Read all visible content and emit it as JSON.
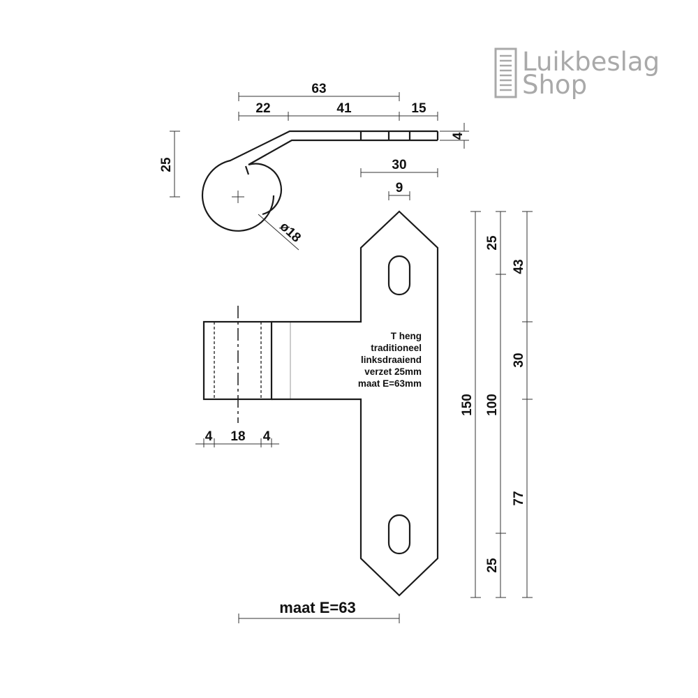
{
  "logo": {
    "line1": "Luikbeslag",
    "line2": "Shop",
    "color": "#a9a9a9"
  },
  "side_view": {
    "dim_total": "63",
    "dim_a": "22",
    "dim_b": "41",
    "dim_c": "15",
    "dim_thickness": "4",
    "dim_offset": "25",
    "dim_30": "30",
    "dim_9": "9",
    "dim_diameter": "ø18"
  },
  "front_view": {
    "dim_left": "4",
    "dim_mid": "18",
    "dim_right": "4",
    "note_lines": [
      "T heng",
      "traditioneel",
      "linksdraaiend",
      "verzet 25mm",
      "maat E=63mm"
    ],
    "dim_150": "150",
    "dim_100": "100",
    "dim_25_top": "25",
    "dim_25_bottom": "25",
    "dim_43": "43",
    "dim_30": "30",
    "dim_77": "77",
    "maat": "maat E=63"
  }
}
